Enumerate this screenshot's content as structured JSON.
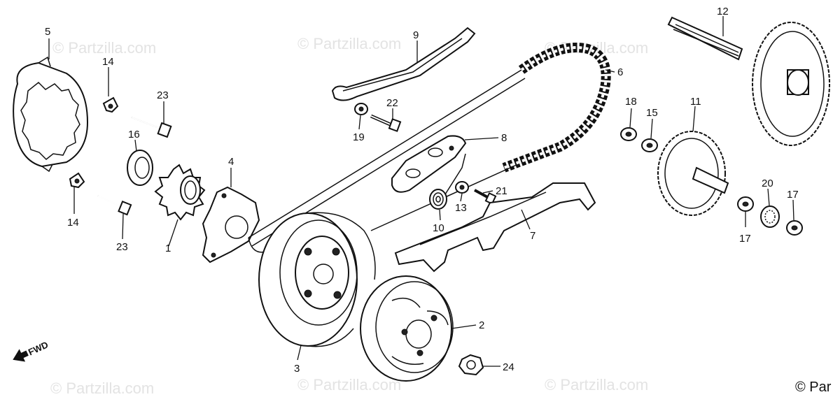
{
  "watermarks": [
    "© Partzilla.com",
    "© Partzilla.com",
    "© Partzilla.com",
    "© Partzilla.com",
    "© Partzilla.com",
    "© Partzilla.com"
  ],
  "copyright": "© Par",
  "direction_label": "FWD",
  "callouts": {
    "c1": "1",
    "c2": "2",
    "c3": "3",
    "c4": "4",
    "c5": "5",
    "c6": "6",
    "c7": "7",
    "c8": "8",
    "c9": "9",
    "c10": "10",
    "c11": "11",
    "c12": "12",
    "c13": "13",
    "c14a": "14",
    "c14b": "14",
    "c15": "15",
    "c16": "16",
    "c17a": "17",
    "c17b": "17",
    "c18": "18",
    "c19": "19",
    "c20": "20",
    "c21": "21",
    "c22": "22",
    "c23a": "23",
    "c23b": "23",
    "c24": "24"
  }
}
